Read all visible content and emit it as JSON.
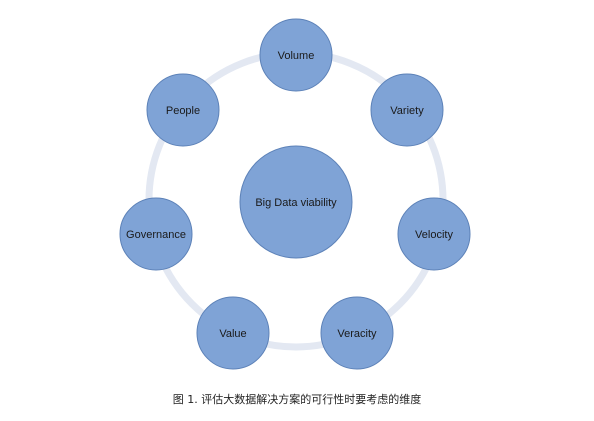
{
  "diagram": {
    "center": {
      "label": "Big Data viability"
    },
    "nodes": [
      {
        "id": "volume",
        "label": "Volume"
      },
      {
        "id": "variety",
        "label": "Variety"
      },
      {
        "id": "velocity",
        "label": "Velocity"
      },
      {
        "id": "veracity",
        "label": "Veracity"
      },
      {
        "id": "value",
        "label": "Value"
      },
      {
        "id": "governance",
        "label": "Governance"
      },
      {
        "id": "people",
        "label": "People"
      }
    ],
    "colors": {
      "node_fill": "#7fa3d6",
      "node_stroke": "#5d82b8",
      "ring": "#e3e8f2"
    }
  },
  "caption": "图 1. 评估大数据解决方案的可行性时要考虑的维度"
}
